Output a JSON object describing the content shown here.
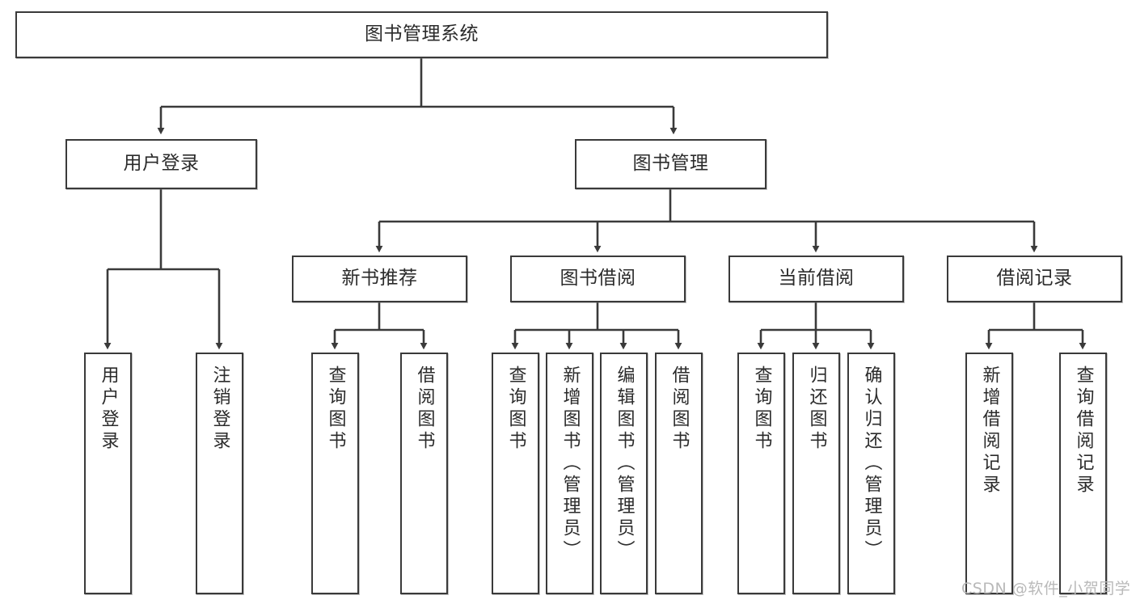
{
  "diagram": {
    "title": "图书管理系统",
    "type": "tree-hierarchy-chart",
    "colors": {
      "box_border": "#3a3a3a",
      "box_fill": "#ffffff",
      "connector": "#3a3a3a",
      "text": "#2b2b2b",
      "watermark": "#b9b9b9",
      "background": "#ffffff"
    },
    "root": {
      "label": "图书管理系统"
    },
    "level2": [
      {
        "label": "用户登录"
      },
      {
        "label": "图书管理"
      }
    ],
    "level3": [
      {
        "label": "新书推荐"
      },
      {
        "label": "图书借阅"
      },
      {
        "label": "当前借阅"
      },
      {
        "label": "借阅记录"
      }
    ],
    "leaves": {
      "user_login": [
        {
          "label": "用户登录"
        },
        {
          "label": "注销登录"
        }
      ],
      "new_book_recommend": [
        {
          "label": "查询图书"
        },
        {
          "label": "借阅图书"
        }
      ],
      "book_borrow": [
        {
          "label": "查询图书"
        },
        {
          "label": "新增图书（管理员）"
        },
        {
          "label": "编辑图书（管理员）"
        },
        {
          "label": "借阅图书"
        }
      ],
      "current_borrow": [
        {
          "label": "查询图书"
        },
        {
          "label": "归还图书"
        },
        {
          "label": "确认归还（管理员）"
        }
      ],
      "borrow_record": [
        {
          "label": "新增借阅记录"
        },
        {
          "label": "查询借阅记录"
        }
      ]
    }
  },
  "watermark": {
    "text": "CSDN @软件_小贺同学"
  }
}
